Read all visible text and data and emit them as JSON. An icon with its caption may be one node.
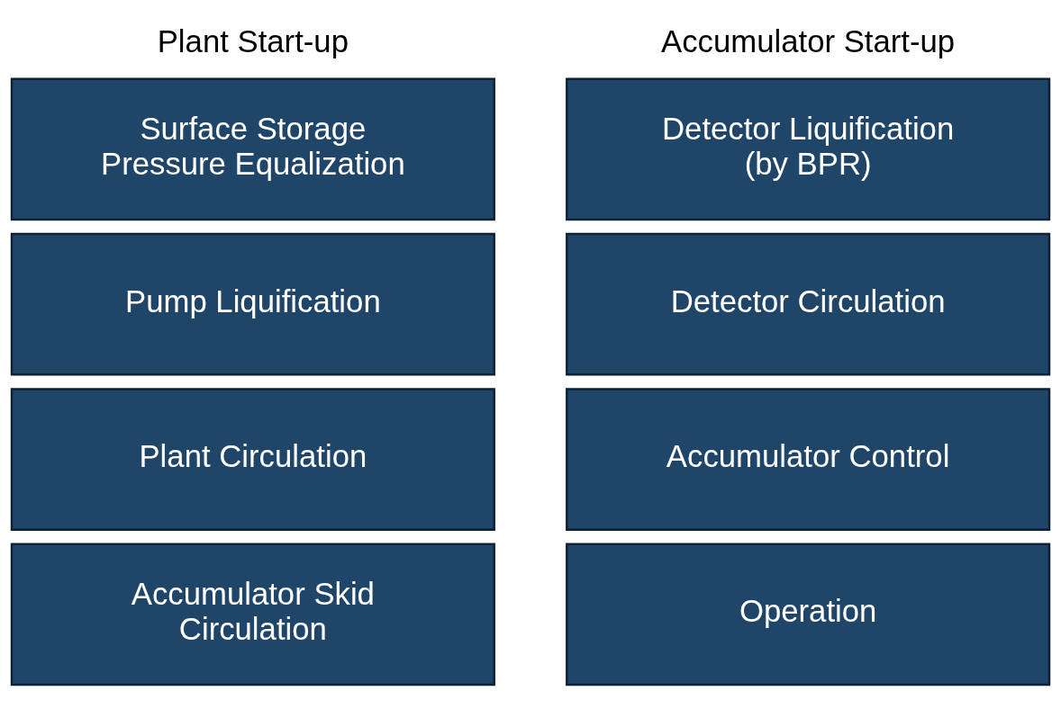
{
  "diagram": {
    "nodes": [
      {
        "text": [
          "Surface Storage Pressure Equalization"
        ]
      },
      {
        "text": [
          "Pump Liquification"
        ]
      },
      {
        "text": [
          "Plant Circulation"
        ]
      },
      {
        "text": [
          "Accumulator Skid Circulation"
        ]
      },
      {
        "text": [
          "Detector Liquification (by BPR)"
        ]
      },
      {
        "text": [
          "Detector Circulation"
        ]
      },
      {
        "text": [
          "Accumulator Control"
        ]
      },
      {
        "text": [
          "Operation"
        ]
      }
    ],
    "labels": [
      "Plant Start-up",
      "Accumulator Start-up"
    ]
  }
}
